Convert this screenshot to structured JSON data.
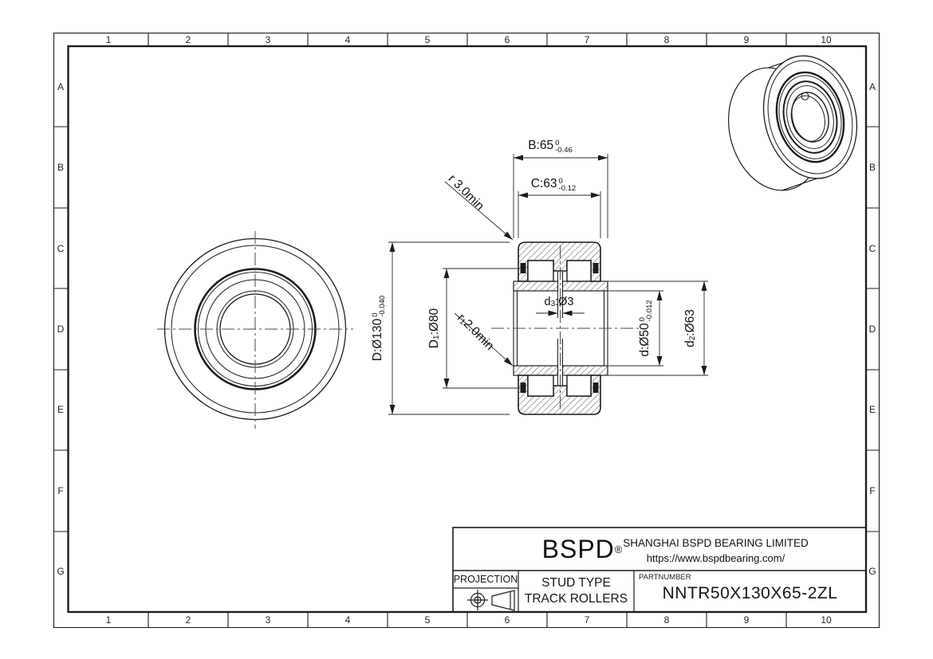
{
  "grid": {
    "cols": [
      "1",
      "2",
      "3",
      "4",
      "5",
      "6",
      "7",
      "8",
      "9",
      "10"
    ],
    "rows": [
      "A",
      "B",
      "C",
      "D",
      "E",
      "F",
      "G"
    ]
  },
  "dimensions": {
    "B": {
      "text": "B:65",
      "tol_upper": "0",
      "tol_lower": "-0.46"
    },
    "C": {
      "text": "C:63",
      "tol_upper": "0",
      "tol_lower": "-0.12"
    },
    "D": {
      "text": "D:Ø130",
      "tol_upper": "0",
      "tol_lower": "-0.040"
    },
    "D1": {
      "pre": "D",
      "sub": "1",
      "post": ":Ø80"
    },
    "d": {
      "text": "d:Ø50",
      "tol_upper": "0",
      "tol_lower": "-0.012"
    },
    "d2": {
      "pre": "d",
      "sub": "2",
      "post": ":Ø63"
    },
    "d3": {
      "pre": "d",
      "sub": "3",
      "post": ":Ø3"
    },
    "r": {
      "text": "r 3.0min"
    },
    "r1": {
      "pre": "r",
      "sub": "1",
      "post": " 2.0min"
    }
  },
  "title_block": {
    "logo": "BSPD",
    "registered": "®",
    "company": "SHANGHAI BSPD BEARING LIMITED",
    "website": "https://www.bspdbearing.com/",
    "projection_label": "PROJECTION",
    "product_type_line1": "STUD TYPE",
    "product_type_line2": "TRACK ROLLERS",
    "partnumber_label": "PARTNUMBER",
    "partnumber": "NNTR50X130X65-2ZL"
  },
  "colors": {
    "line": "#1c1c1c",
    "centerline": "#4a4a4a",
    "background": "#ffffff"
  }
}
